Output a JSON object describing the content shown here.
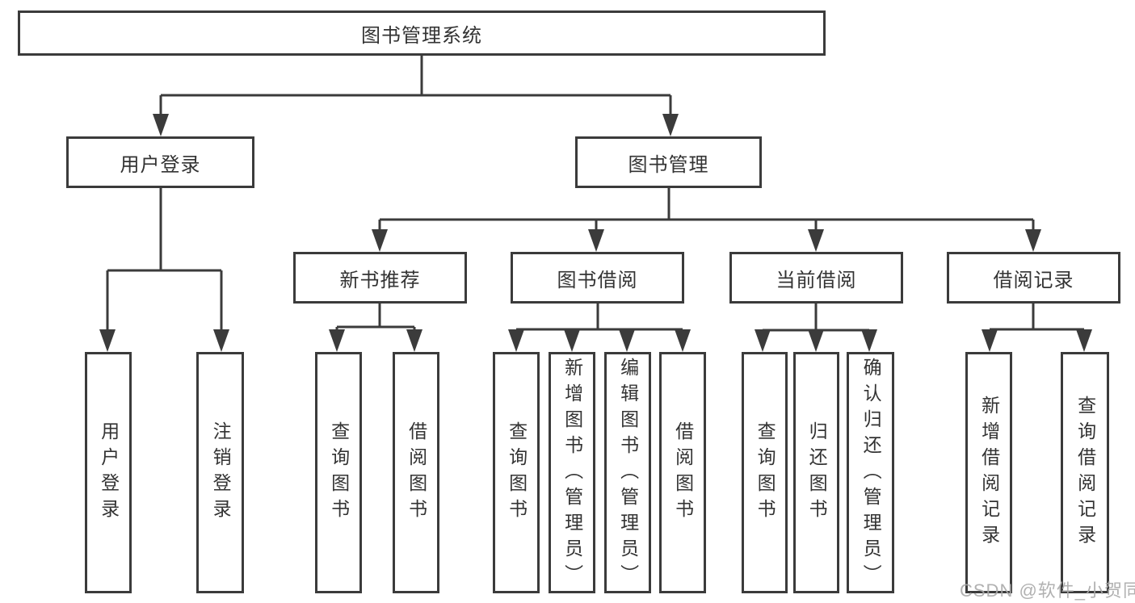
{
  "colors": {
    "line": "#3b3b3b",
    "text": "#333333",
    "background": "#ffffff",
    "watermark": "#a8a8a8"
  },
  "watermark": "CSDN @软件_小贺同学",
  "root": {
    "label": "图书管理系统"
  },
  "branches": [
    {
      "label": "用户登录",
      "children": [
        {
          "label": "用户登录"
        },
        {
          "label": "注销登录"
        }
      ]
    },
    {
      "label": "图书管理",
      "children": [
        {
          "label": "新书推荐",
          "children": [
            {
              "label": "查询图书"
            },
            {
              "label": "借阅图书"
            }
          ]
        },
        {
          "label": "图书借阅",
          "children": [
            {
              "label": "查询图书"
            },
            {
              "label": "新增图书（管理员）"
            },
            {
              "label": "编辑图书（管理员）"
            },
            {
              "label": "借阅图书"
            }
          ]
        },
        {
          "label": "当前借阅",
          "children": [
            {
              "label": "查询图书"
            },
            {
              "label": "归还图书"
            },
            {
              "label": "确认归还（管理员）"
            }
          ]
        },
        {
          "label": "借阅记录",
          "children": [
            {
              "label": "新增借阅记录"
            },
            {
              "label": "查询借阅记录"
            }
          ]
        }
      ]
    }
  ]
}
